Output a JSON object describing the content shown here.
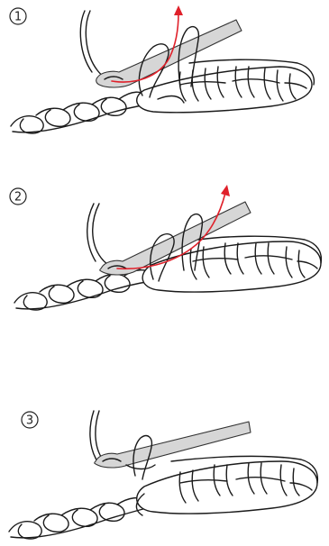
{
  "steps": [
    {
      "label": "1",
      "has_arrow": true
    },
    {
      "label": "2",
      "has_arrow": true
    },
    {
      "label": "3",
      "has_arrow": false
    }
  ],
  "colors": {
    "yarn": "#1a1a1a",
    "hook": "#d6d6d6",
    "arrow": "#e0202a",
    "background": "#ffffff"
  },
  "icons": {
    "step_marker": "circled-number-icon",
    "hook": "crochet-hook-icon",
    "direction": "red-arrow-icon"
  }
}
